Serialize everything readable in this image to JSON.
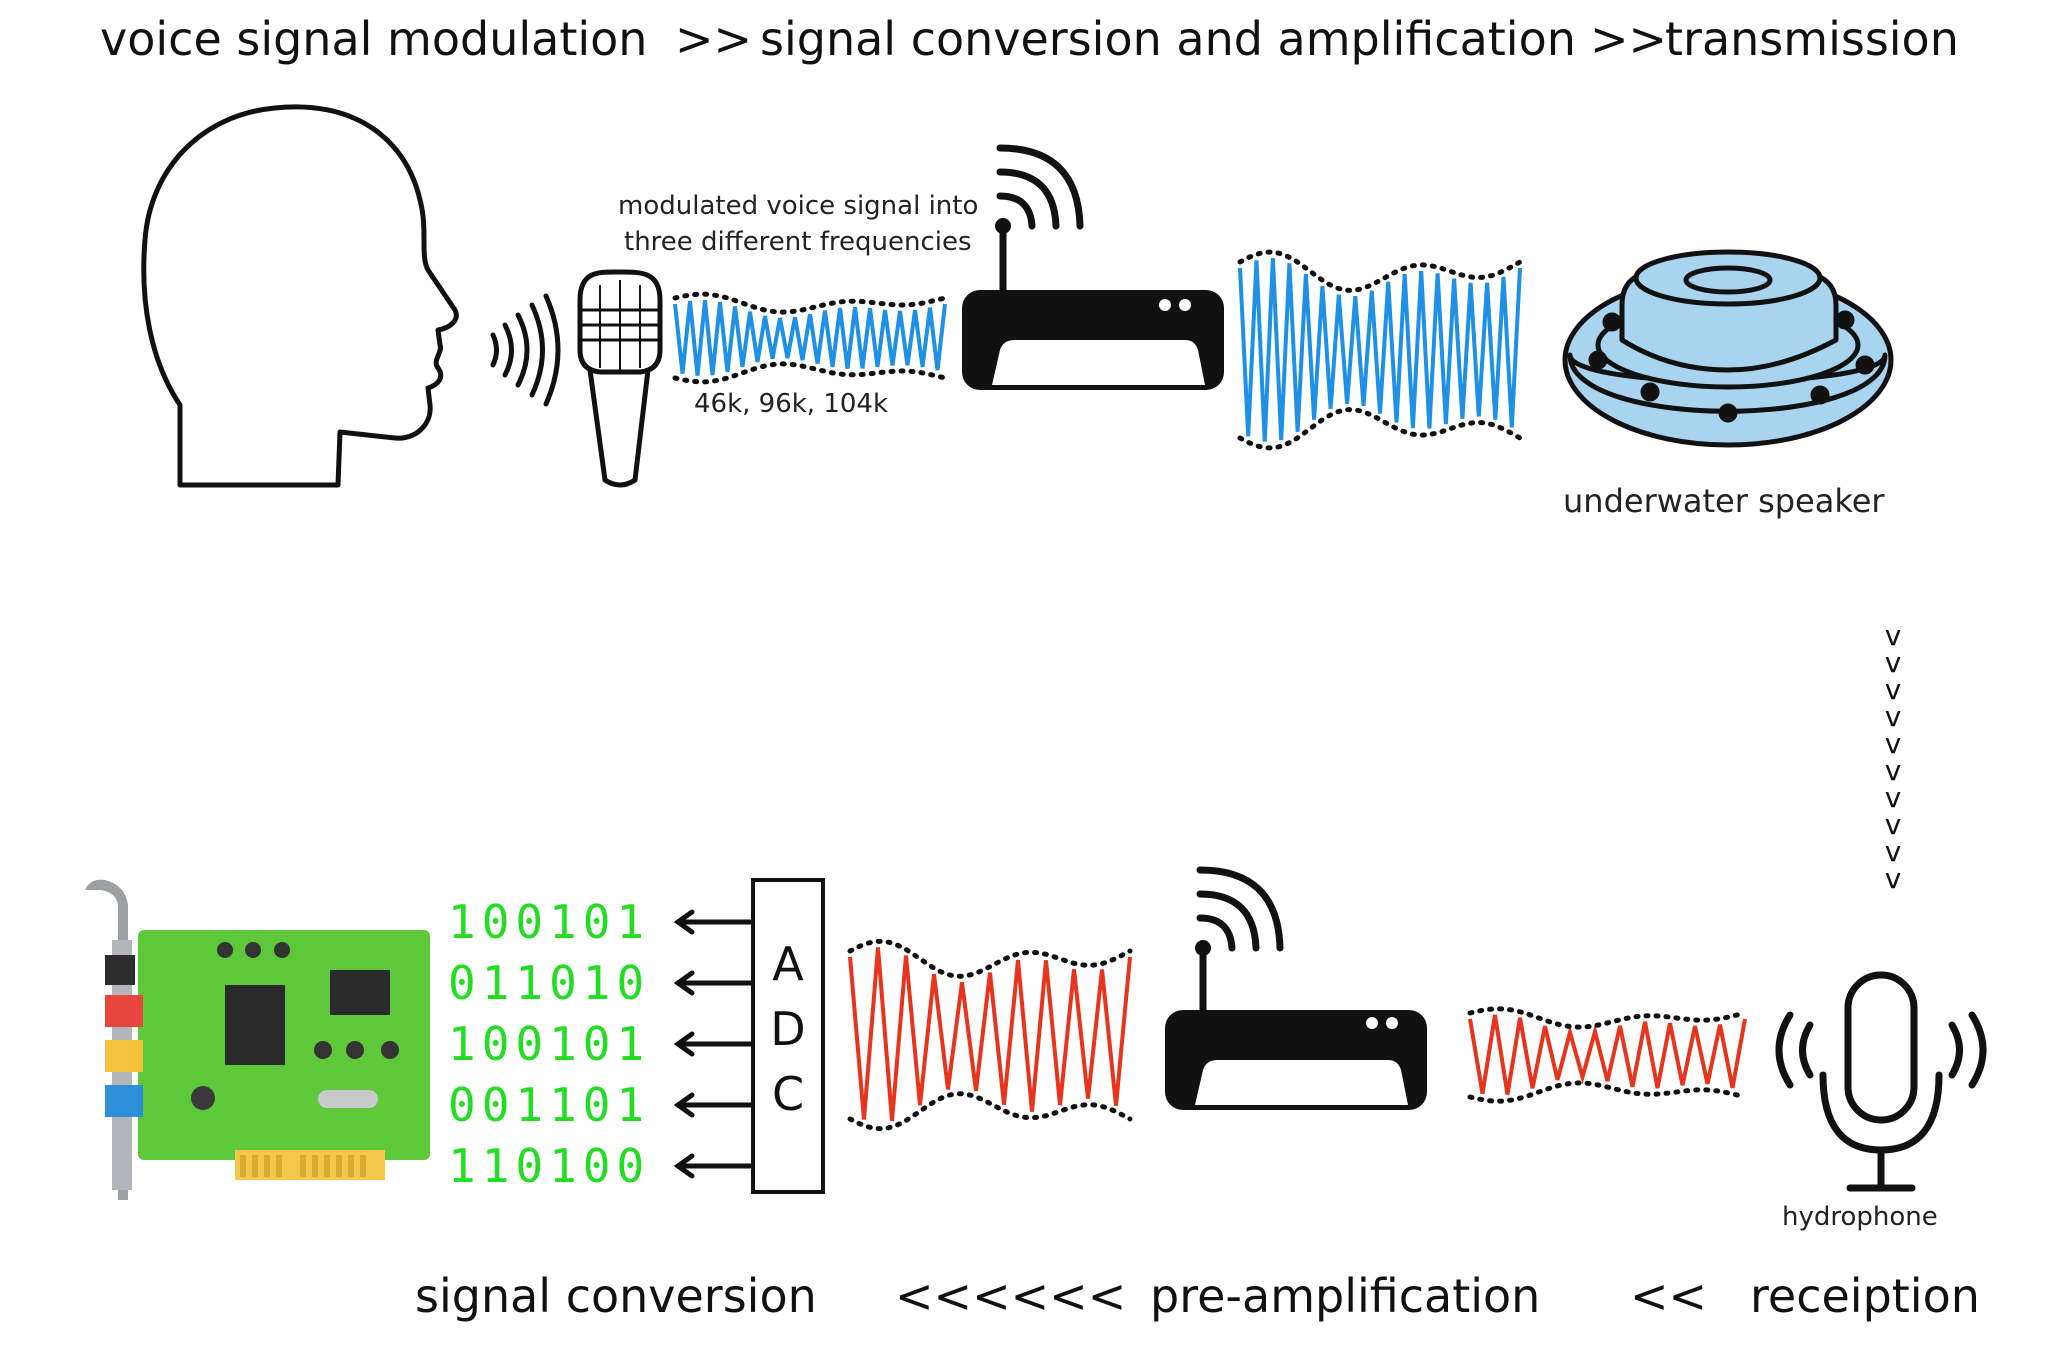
{
  "top_flow": {
    "stage_1": "voice signal modulation",
    "sep_1": ">>",
    "stage_2": "signal conversion and amplification",
    "sep_2": ">>",
    "stage_3": "transmission"
  },
  "bottom_flow": {
    "stage_1": "signal conversion",
    "sep_1": "<<<<<<",
    "stage_2": "pre-amplification",
    "sep_2": "<<",
    "stage_3": "receiption"
  },
  "annotations": {
    "modulation_line_1": "modulated voice signal into",
    "modulation_line_2": "three different frequencies",
    "frequencies": "46k, 96k, 104k",
    "speaker_label": "underwater speaker",
    "hydrophone_label": "hydrophone",
    "adc_letters": [
      "A",
      "D",
      "C"
    ]
  },
  "binary_rows": [
    "100101",
    "011010",
    "100101",
    "001101",
    "110100"
  ],
  "down_chevrons": [
    "v",
    "v",
    "v",
    "v",
    "v",
    "v",
    "v",
    "v",
    "v",
    "v"
  ],
  "colors": {
    "tx_wave": "#1e90e6",
    "rx_wave": "#e8341c",
    "bits": "#22dd22",
    "speaker": "#a9d4f0",
    "pcb": "#5cc83a"
  },
  "icons": [
    "head-icon",
    "sound-waves-icon",
    "microphone-icon",
    "router-icon",
    "speaker-icon",
    "hydrophone-icon",
    "sound-card-icon",
    "arrow-icon"
  ]
}
